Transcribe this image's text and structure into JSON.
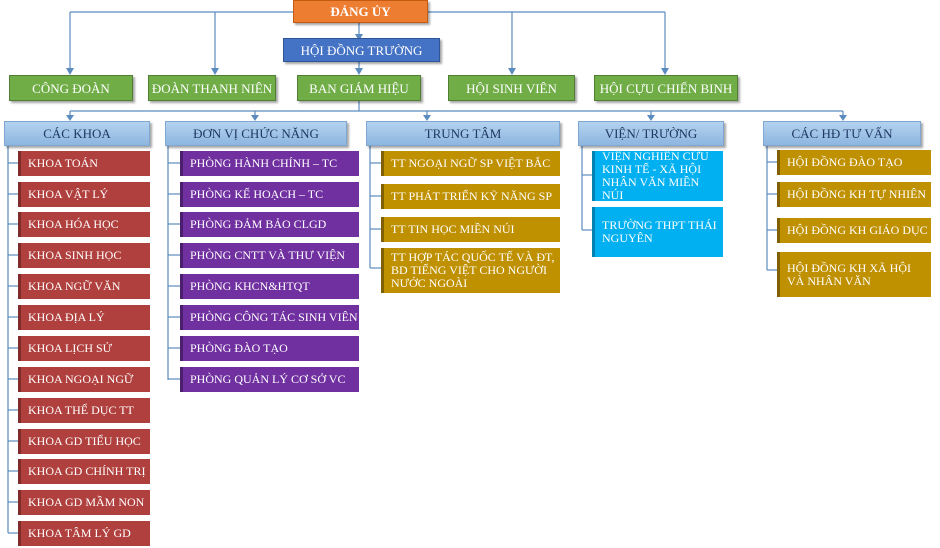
{
  "top": {
    "dang_uy": "ĐẢNG ỦY",
    "hoi_dong_truong": "HỘI ĐỒNG TRƯỜNG"
  },
  "level2": {
    "cong_doan": "CÔNG ĐOÀN",
    "doan_thanh_nien": "ĐOÀN THANH NIÊN",
    "ban_giam_hieu": "BAN GIÁM HIỆU",
    "hoi_sinh_vien": "HỘI SINH VIÊN",
    "hoi_cuu_chien_binh": "HỘI CỰU CHIẾN BINH"
  },
  "headers": {
    "cac_khoa": "CÁC KHOA",
    "don_vi_chuc_nang": "ĐƠN VỊ CHỨC NĂNG",
    "trung_tam": "TRUNG TÂM",
    "vien_truong": "VIỆN/ TRƯỜNG",
    "cac_hd_tu_van": "CÁC HĐ TƯ VẤN"
  },
  "khoa": [
    "KHOA TOÁN",
    "KHOA VẬT LÝ",
    "KHOA HÓA HỌC",
    "KHOA SINH HỌC",
    "KHOA NGỮ VĂN",
    "KHOA ĐỊA LÝ",
    "KHOA LỊCH SỬ",
    "KHOA NGOẠI NGỮ",
    "KHOA THỂ DỤC TT",
    "KHOA GD TIỂU HỌC",
    "KHOA GD CHÍNH TRỊ",
    "KHOA GD MẦM NON",
    "KHOA TÂM LÝ GD"
  ],
  "phong": [
    "PHÒNG HÀNH CHÍNH – TC",
    "PHÒNG KẾ HOẠCH – TC",
    "PHÒNG ĐẢM BẢO CLGD",
    "PHÒNG CNTT VÀ THƯ VIỆN",
    "PHÒNG KHCN&HTQT",
    "PHÒNG CÔNG TÁC SINH VIÊN",
    "PHÒNG ĐÀO TẠO",
    "PHÒNG QUẢN LÝ CƠ SỞ VC"
  ],
  "trung_tam": [
    "TT NGOẠI NGỮ SP VIỆT BẮC",
    "TT PHÁT TRIỂN KỸ NĂNG SP",
    "TT TIN HỌC MIỀN NÚI",
    "TT HỢP TÁC QUỐC TẾ VÀ ĐT, BD TIẾNG VIỆT CHO NGƯỜI NƯỚC NGOÀI"
  ],
  "vien": [
    "VIỆN NGHIÊN CỨU KINH TẾ - XÃ HỘI NHÂN VĂN MIỀN NÚI",
    "TRƯỜNG THPT THÁI NGUYÊN"
  ],
  "tu_van": [
    "HỘI ĐỒNG ĐÀO TẠO",
    "HỘI ĐỒNG KH TỰ NHIÊN",
    "HỘI ĐỒNG KH GIÁO DỤC",
    "HỘI ĐỒNG KH XÃ HỘI VÀ NHÂN VĂN"
  ],
  "colors": {
    "orange": "#ed7d31",
    "blue": "#4472c4",
    "green": "#70ad47",
    "header": "#9dc3e6",
    "red": "#b0403e",
    "purple": "#7030a0",
    "gold": "#bf9000",
    "cyan": "#00b0f0",
    "connector": "#5b8bbf"
  }
}
